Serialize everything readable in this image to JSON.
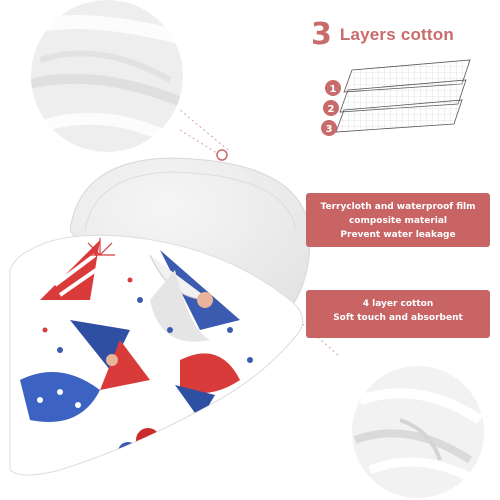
{
  "headline": {
    "number": "3",
    "text": "Layers cotton"
  },
  "layer_badges": [
    "1",
    "2",
    "3"
  ],
  "callouts": [
    {
      "lines": [
        "Terrycloth and waterproof film",
        "composite material",
        "Prevent water leakage"
      ]
    },
    {
      "lines": [
        "4 layer cotton",
        "Soft touch and absorbent"
      ]
    }
  ],
  "colors": {
    "accent": "#c96b6b",
    "callout_bg": "#c86464",
    "background": "#ffffff"
  }
}
